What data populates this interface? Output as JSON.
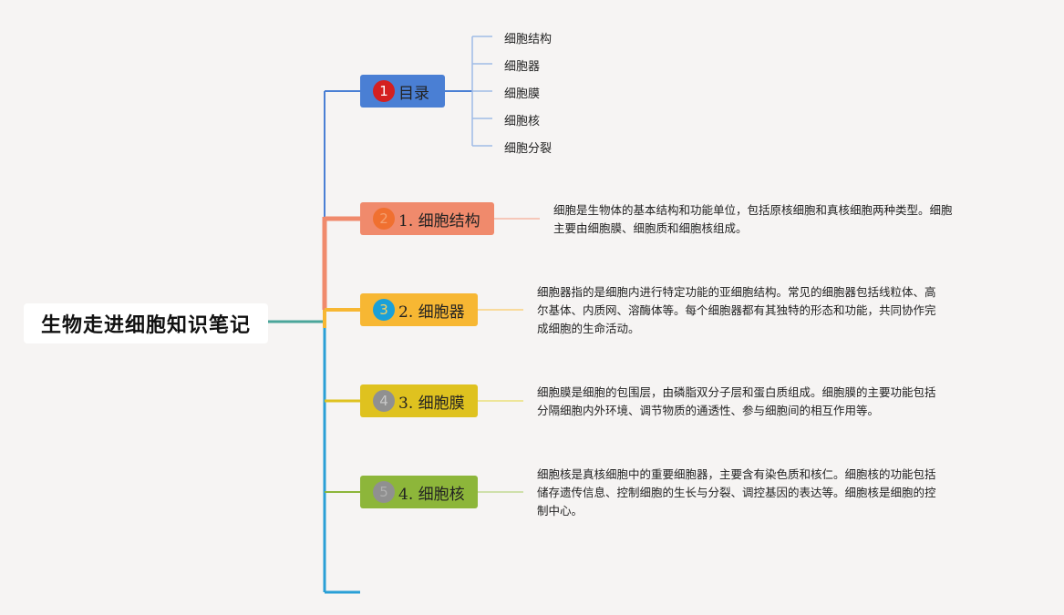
{
  "root": {
    "title": "生物走进细胞知识笔记"
  },
  "topics": [
    {
      "number": "1",
      "label": "目录",
      "color": "#4a7fd4",
      "badge_color": "#d42020",
      "badge_text_color": "#ffffff"
    },
    {
      "number": "2",
      "label": "1. 细胞结构",
      "color": "#f08a6c",
      "badge_color": "#f07030",
      "badge_text_color": "#f5a070"
    },
    {
      "number": "3",
      "label": "2. 细胞器",
      "color": "#f7b733",
      "badge_color": "#1aa0d8",
      "badge_text_color": "#f7d060"
    },
    {
      "number": "4",
      "label": "3. 细胞膜",
      "color": "#dfc21f",
      "badge_color": "#909090",
      "badge_text_color": "#c8c8c8"
    },
    {
      "number": "5",
      "label": "4. 细胞核",
      "color": "#8db63a",
      "badge_color": "#909090",
      "badge_text_color": "#b0b0b0"
    }
  ],
  "toc_items": [
    "细胞结构",
    "细胞器",
    "细胞膜",
    "细胞核",
    "细胞分裂"
  ],
  "descriptions": [
    {
      "lines": [
        "细胞是生物体的基本结构和功能单位，包括原核细胞和真核细胞两种类型。细胞",
        "主要由细胞膜、细胞质和细胞核组成。"
      ]
    },
    {
      "lines": [
        "细胞器指的是细胞内进行特定功能的亚细胞结构。常见的细胞器包括线粒体、高",
        "尔基体、内质网、溶酶体等。每个细胞器都有其独特的形态和功能，共同协作完",
        "成细胞的生命活动。"
      ]
    },
    {
      "lines": [
        "细胞膜是细胞的包围层，由磷脂双分子层和蛋白质组成。细胞膜的主要功能包括",
        "分隔细胞内外环境、调节物质的通透性、参与细胞间的相互作用等。"
      ]
    },
    {
      "lines": [
        "细胞核是真核细胞中的重要细胞器，主要含有染色质和核仁。细胞核的功能包括",
        "储存遗传信息、控制细胞的生长与分裂、调控基因的表达等。细胞核是细胞的控",
        "制中心。"
      ]
    }
  ],
  "colors": {
    "background": "#f6f4f3",
    "trunk_blue": "#2a9fd6",
    "toc_branch": "#9fbbe6",
    "root_link": "#4aa59a"
  }
}
